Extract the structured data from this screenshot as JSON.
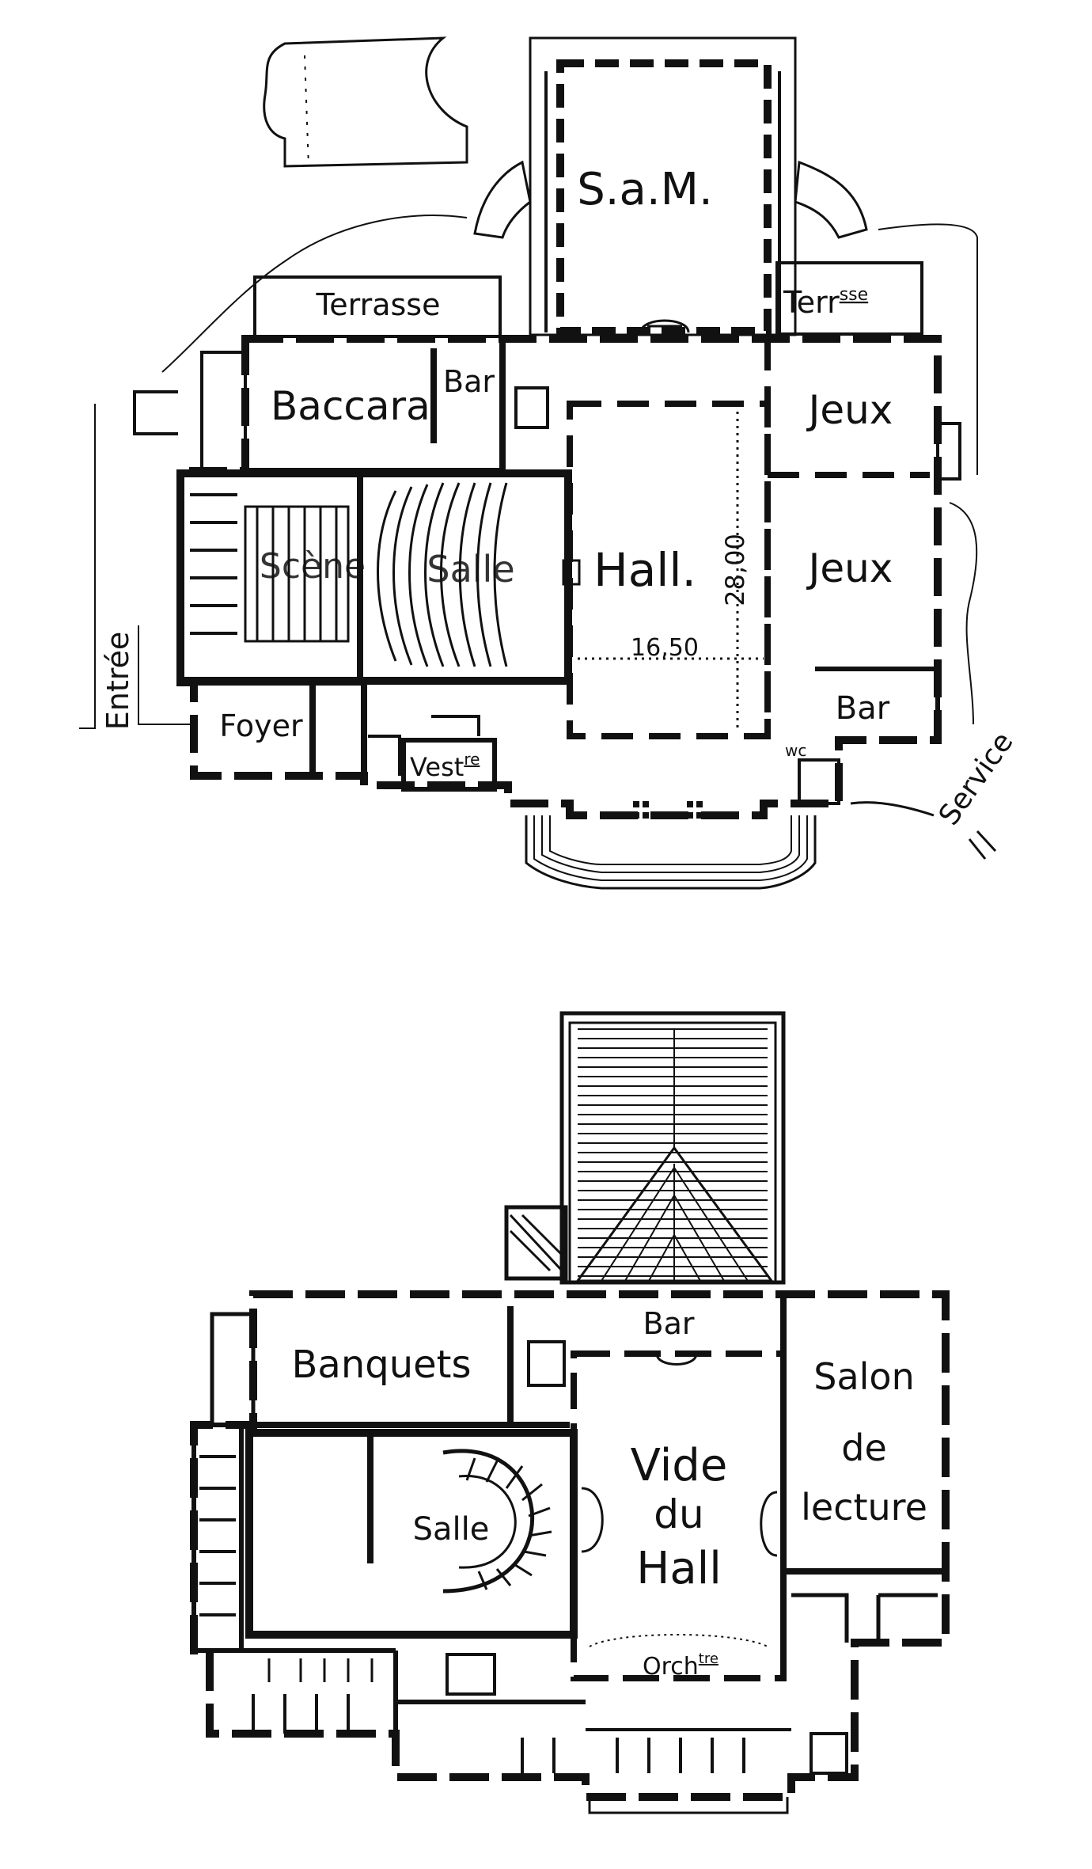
{
  "ground_floor": {
    "sam": "S.a.M.",
    "terrasse_left": "Terrasse",
    "terrasse_right": "Terr",
    "terrasse_right_sup": "sse",
    "baccara": "Baccara",
    "bar_baccara": "Bar",
    "jeux_top": "Jeux",
    "jeux_mid": "Jeux",
    "scene": "Scène",
    "salle": "Salle",
    "hall": "Hall.",
    "dim_vertical": "28,00",
    "dim_horizontal": "16,50",
    "bar_jeux": "Bar",
    "entree": "Entrée",
    "foyer": "Foyer",
    "vestiaire": "Vest",
    "vestiaire_sup": "re",
    "wc": "wc",
    "service": "Service"
  },
  "upper_floor": {
    "banquets": "Banquets",
    "bar": "Bar",
    "salon_line1": "Salon",
    "salon_line2": "de",
    "salon_line3": "lecture",
    "vide_line1": "Vide",
    "vide_line2": "du",
    "vide_line3": "Hall",
    "salle": "Salle",
    "orchestre": "Orch",
    "orchestre_sup": "tre"
  }
}
